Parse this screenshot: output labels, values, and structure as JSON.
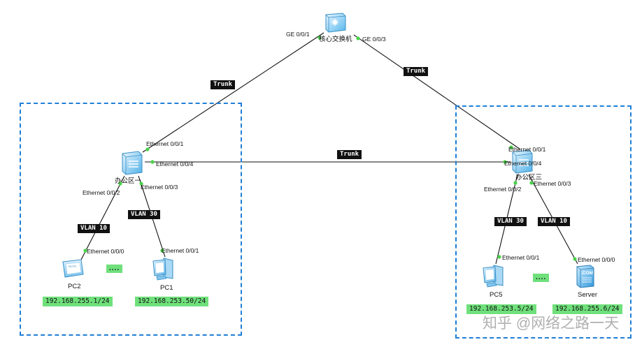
{
  "core": {
    "name": "核心交换机",
    "port_left": "GE 0/0/1",
    "port_right": "GE 0/0/3"
  },
  "links": {
    "trunk_left": "Trunk",
    "trunk_right": "Trunk",
    "trunk_middle": "Trunk"
  },
  "office1": {
    "switch_name": "办公区一",
    "port_up": "Ethernet 0/0/1",
    "port_trunk": "Ethernet 0/0/4",
    "port_pc2": "Ethernet 0/0/2",
    "port_pc1": "Ethernet 0/0/3",
    "vlan_pc2": "VLAN 10",
    "vlan_pc1": "VLAN 30",
    "pc2_port": "Ethernet 0/0/0",
    "pc1_port": "Ethernet 0/0/1",
    "pc2_name": "PC2",
    "pc1_name": "PC1",
    "pc2_ip": "192.168.255.1/24",
    "pc1_ip": "192.168.253.50/24",
    "pc2_screen": "NOTE",
    "dots": "...."
  },
  "office3": {
    "switch_name": "办公区三",
    "port_up": "Ethernet 0/0/1",
    "port_trunk": "Ethernet 0/0/4",
    "port_pc5": "Ethernet 0/0/2",
    "port_server": "Ethernet 0/0/3",
    "vlan_pc5": "VLAN 30",
    "vlan_server": "VLAN 10",
    "pc5_port": "Ethernet 0/0/1",
    "server_port": "Ethernet 0/0/0",
    "pc5_name": "PC5",
    "server_name": "Server",
    "pc5_ip": "192.168.253.5/24",
    "server_ip": "192.168.255.6/24",
    "server_badge": ".COM",
    "dots": "...."
  },
  "watermark": "知乎 @网络之路一天",
  "colors": {
    "zone_border": "#1f7fd6",
    "port_dot": "#49d449",
    "ip_bg": "#6fe07b",
    "tag_bg": "#111111"
  }
}
